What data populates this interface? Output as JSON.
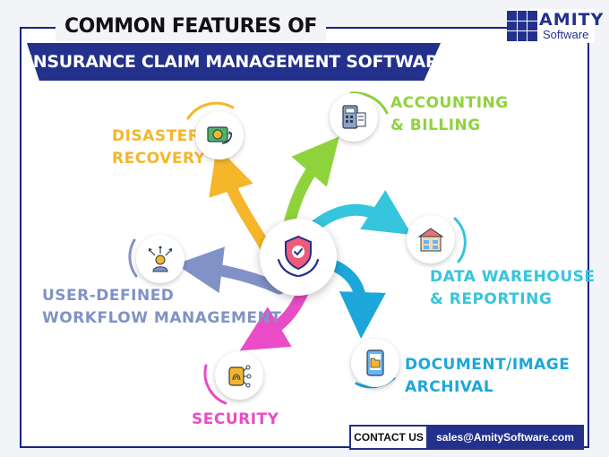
{
  "header": {
    "title_line1": "COMMON FEATURES OF",
    "title_line2": "INSURANCE CLAIM MANAGEMENT SOFTWARE"
  },
  "logo": {
    "brand": "AMITY",
    "subtitle": "Software"
  },
  "features": [
    {
      "line1": "DISASTER",
      "line2": "RECOVERY",
      "color": "#f5b62a",
      "icon": "disaster-recovery-icon"
    },
    {
      "line1": "ACCOUNTING",
      "line2": "& BILLING",
      "color": "#8fd33c",
      "icon": "accounting-calculator-icon"
    },
    {
      "line1": "DATA WAREHOUSE",
      "line2": "& REPORTING",
      "color": "#35c5dc",
      "icon": "data-warehouse-icon"
    },
    {
      "line1": "DOCUMENT/IMAGE",
      "line2": "ARCHIVAL",
      "color": "#1da6d9",
      "icon": "document-archive-icon"
    },
    {
      "line1": "SECURITY",
      "line2": "",
      "color": "#e94cc6",
      "icon": "fingerprint-security-icon"
    },
    {
      "line1": "USER-DEFINED",
      "line2": "WORKFLOW MANAGEMENT",
      "color": "#8192c6",
      "icon": "user-workflow-icon"
    }
  ],
  "center_icon": "shield-check-hands-icon",
  "contact": {
    "label": "CONTACT US",
    "email": "sales@AmitySoftware.com"
  },
  "colors": {
    "navy": "#23308c",
    "yellow": "#f5b62a",
    "green": "#8fd33c",
    "cyan": "#35c5dc",
    "blue": "#1da6d9",
    "magenta": "#e94cc6",
    "lavender": "#8192c6"
  }
}
